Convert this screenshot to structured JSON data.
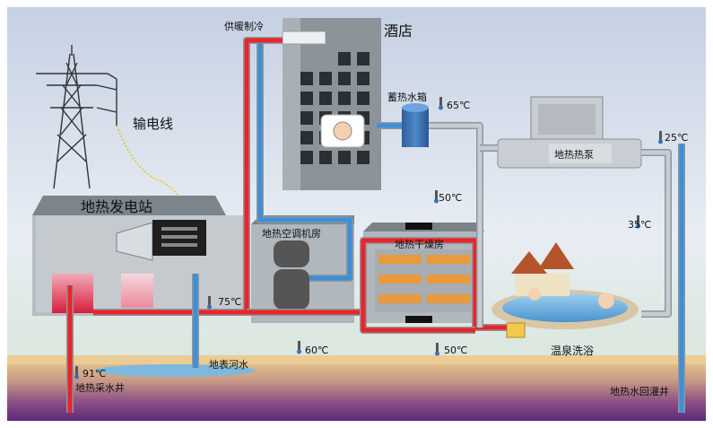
{
  "labels": {
    "hotel": "酒店",
    "heating_cooling": "供暖制冷",
    "power_line": "输电线",
    "geothermal_station": "地热发电站",
    "storage_tank": "蓄热水箱",
    "heat_pump": "地热热泵",
    "ac_room": "地热空调机房",
    "drying_room": "地热干燥房",
    "surface_river": "地表河水",
    "production_well": "地热采水井",
    "reinjection_well": "地热水回灌井",
    "hot_spring": "温泉洗浴"
  },
  "temperatures": {
    "t_65": "65℃",
    "t_50_hotel": "50℃",
    "t_35": "35℃",
    "t_25": "25℃",
    "t_75": "75℃",
    "t_60": "60℃",
    "t_50_bottom": "50℃",
    "t_91": "91℃"
  },
  "colors": {
    "hot_pipe": "#e8252b",
    "cold_pipe": "#3d8fd6",
    "building": "#9aa2a9",
    "hotel_body": "#8e969c",
    "sky_top": "#c9d4e6",
    "ground": "#e6c48a"
  }
}
